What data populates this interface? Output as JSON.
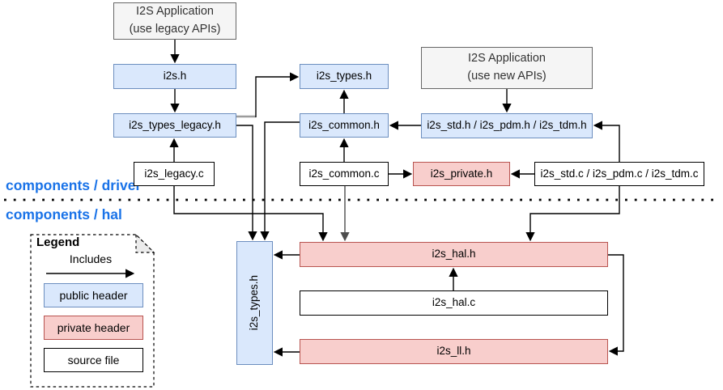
{
  "zones": {
    "driver_label": "components / driver",
    "hal_label": "components / hal"
  },
  "nodes": {
    "app_legacy": {
      "line1": "I2S Application",
      "line2": "(use legacy APIs)",
      "kind": "application"
    },
    "i2s_h": {
      "label": "i2s.h",
      "kind": "public header"
    },
    "i2s_types_legacy_h": {
      "label": "i2s_types_legacy.h",
      "kind": "public header"
    },
    "i2s_legacy_c": {
      "label": "i2s_legacy.c",
      "kind": "source file"
    },
    "i2s_types_h": {
      "label": "i2s_types.h",
      "kind": "public header"
    },
    "i2s_common_h": {
      "label": "i2s_common.h",
      "kind": "public header"
    },
    "i2s_common_c": {
      "label": "i2s_common.c",
      "kind": "source file"
    },
    "app_new": {
      "line1": "I2S Application",
      "line2": "(use new APIs)",
      "kind": "application"
    },
    "i2s_std_pdm_tdm_h": {
      "label": "i2s_std.h / i2s_pdm.h / i2s_tdm.h",
      "kind": "public header"
    },
    "i2s_private_h": {
      "label": "i2s_private.h",
      "kind": "private header"
    },
    "i2s_std_pdm_tdm_c": {
      "label": "i2s_std.c / i2s_pdm.c / i2s_tdm.c",
      "kind": "source file"
    },
    "i2s_types_h_hal": {
      "label": "i2s_types.h",
      "kind": "public header"
    },
    "i2s_hal_h": {
      "label": "i2s_hal.h",
      "kind": "private header"
    },
    "i2s_hal_c": {
      "label": "i2s_hal.c",
      "kind": "source file"
    },
    "i2s_ll_h": {
      "label": "i2s_ll.h",
      "kind": "private header"
    }
  },
  "edges": [
    {
      "from": "app_legacy",
      "to": "i2s_h"
    },
    {
      "from": "i2s_h",
      "to": "i2s_types_legacy_h"
    },
    {
      "from": "i2s_types_legacy_h",
      "to": "i2s_types_h"
    },
    {
      "from": "i2s_legacy_c",
      "to": "i2s_types_legacy_h"
    },
    {
      "from": "i2s_common_h",
      "to": "i2s_types_h"
    },
    {
      "from": "i2s_common_c",
      "to": "i2s_common_h"
    },
    {
      "from": "i2s_common_c",
      "to": "i2s_private_h"
    },
    {
      "from": "i2s_std_pdm_tdm_h",
      "to": "i2s_common_h"
    },
    {
      "from": "app_new",
      "to": "i2s_std_pdm_tdm_h"
    },
    {
      "from": "i2s_std_pdm_tdm_c",
      "to": "i2s_private_h"
    },
    {
      "from": "i2s_std_pdm_tdm_c",
      "to": "i2s_std_pdm_tdm_h"
    },
    {
      "from": "i2s_types_legacy_h",
      "to": "i2s_types_h_hal"
    },
    {
      "from": "i2s_common_h",
      "to": "i2s_types_h_hal"
    },
    {
      "from": "i2s_legacy_c",
      "to": "i2s_hal_h"
    },
    {
      "from": "i2s_common_c",
      "to": "i2s_hal_h"
    },
    {
      "from": "i2s_std_pdm_tdm_c",
      "to": "i2s_hal_h"
    },
    {
      "from": "i2s_hal_h",
      "to": "i2s_types_h_hal"
    },
    {
      "from": "i2s_ll_h",
      "to": "i2s_types_h_hal"
    },
    {
      "from": "i2s_hal_c",
      "to": "i2s_hal_h"
    },
    {
      "from": "i2s_hal_h",
      "to": "i2s_ll_h"
    }
  ],
  "legend": {
    "title": "Legend",
    "includes_label": "Includes",
    "items": {
      "public_header": "public header",
      "private_header": "private header",
      "source_file": "source file"
    }
  },
  "colors": {
    "public_header_fill": "#dae8fc",
    "public_header_border": "#6c8ebf",
    "private_header_fill": "#f8cecc",
    "private_header_border": "#b85450",
    "application_fill": "#f5f5f5",
    "application_border": "#666666",
    "source_fill": "#ffffff",
    "source_border": "#000000",
    "zone_label_color": "#1a73e8",
    "edge_color": "#000000"
  }
}
